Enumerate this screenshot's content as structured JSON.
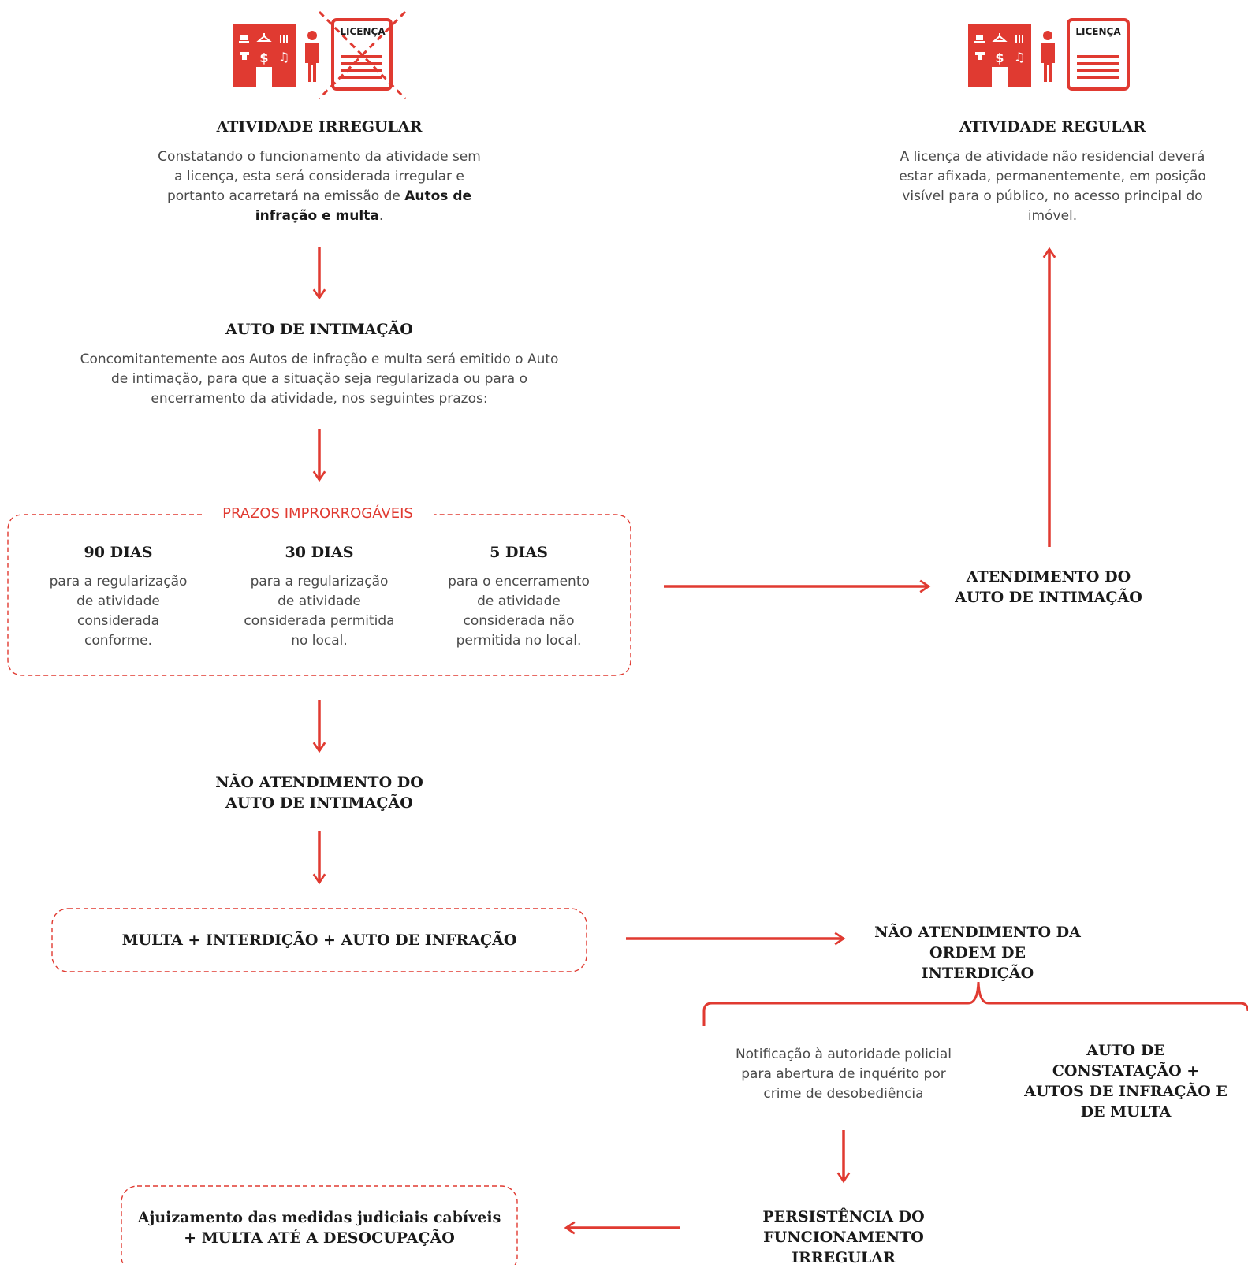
{
  "colors": {
    "accent": "#e03a31",
    "heading": "#1a1a1a",
    "body": "#4a4a4a"
  },
  "icons": {
    "irregular": [
      "store-icon",
      "person-icon",
      "license-document-crossed-icon"
    ],
    "regular": [
      "store-icon",
      "person-icon",
      "license-document-icon"
    ]
  },
  "irregular": {
    "license_label": "LICENÇA",
    "title": "ATIVIDADE IRREGULAR",
    "text": "Constatando o funcionamento da atividade sem a licença, esta será considerada irregular e portanto acarretará na emissão de",
    "text_bold": "Autos de infração e multa",
    "text_end": "."
  },
  "regular": {
    "license_label": "LICENÇA",
    "title": "ATIVIDADE REGULAR",
    "text": "A licença de atividade não residencial deverá estar afixada, permanentemente, em posição visível para o público, no acesso principal do imóvel."
  },
  "intimacao": {
    "title": "AUTO DE INTIMAÇÃO",
    "text": "Concomitantemente aos Autos de infração e multa será emitido o Auto de intimação, para que a situação seja regularizada ou para o encerramento da atividade, nos seguintes prazos:"
  },
  "prazos": {
    "title": "PRAZOS IMPRORROGÁVEIS",
    "items": [
      {
        "title": "90 DIAS",
        "text": "para a regularização de atividade considerada conforme."
      },
      {
        "title": "30 DIAS",
        "text": "para a regularização de atividade considerada permitida no local."
      },
      {
        "title": "5 DIAS",
        "text": "para o encerramento de atividade considerada não permitida no local."
      }
    ]
  },
  "atendimento": {
    "title": "ATENDIMENTO DO AUTO DE INTIMAÇÃO"
  },
  "nao_atendimento": {
    "title": "NÃO ATENDIMENTO DO AUTO DE INTIMAÇÃO"
  },
  "multa_box": {
    "text": "MULTA + INTERDIÇÃO + AUTO DE INFRAÇÃO"
  },
  "nao_interdicao": {
    "title": "NÃO ATENDIMENTO DA ORDEM DE INTERDIÇÃO"
  },
  "notificacao": {
    "text": "Notificação à autoridade policial para abertura de inquérito por crime de desobediência"
  },
  "constatacao": {
    "title": "AUTO DE CONSTATAÇÃO + AUTOS DE INFRAÇÃO E DE MULTA"
  },
  "persistencia": {
    "title": "PERSISTÊNCIA DO FUNCIONAMENTO IRREGULAR"
  },
  "ajuizamento": {
    "line1": "Ajuizamento das medidas judiciais cabíveis",
    "line2": "+ MULTA ATÉ A DESOCUPAÇÃO"
  }
}
